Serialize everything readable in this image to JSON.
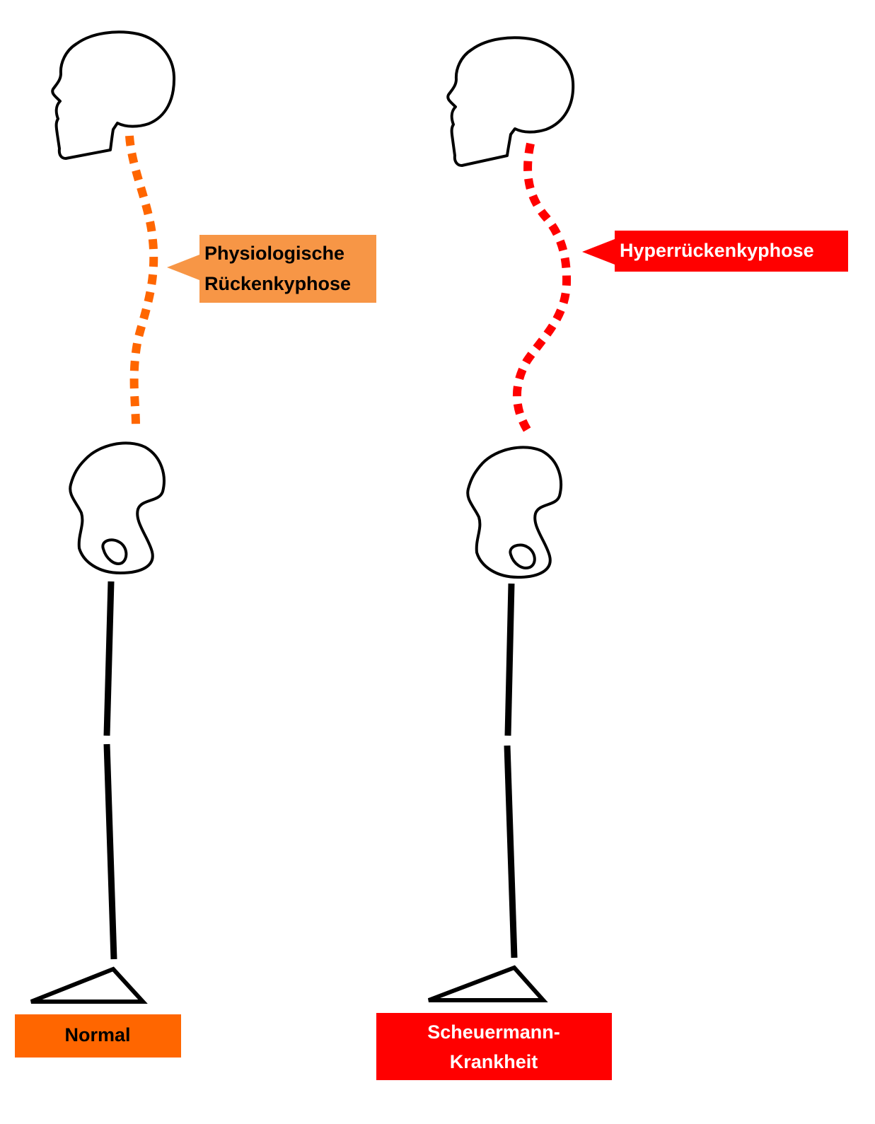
{
  "figures": {
    "normal": {
      "label_box_text": "Normal",
      "callout_line1": "Physiologische",
      "callout_line2": "Rückenkyphose",
      "accent_color": "#ff6600",
      "callout_bg": "#f79646",
      "callout_text_color": "#000000"
    },
    "scheuermann": {
      "label_box_line1": "Scheuermann-",
      "label_box_line2": "Krankheit",
      "callout_text": "Hyperrückenkyphose",
      "accent_color": "#ff0000",
      "callout_bg": "#ff0000",
      "callout_text_color": "#ffffff"
    }
  },
  "outline_color": "#000000"
}
